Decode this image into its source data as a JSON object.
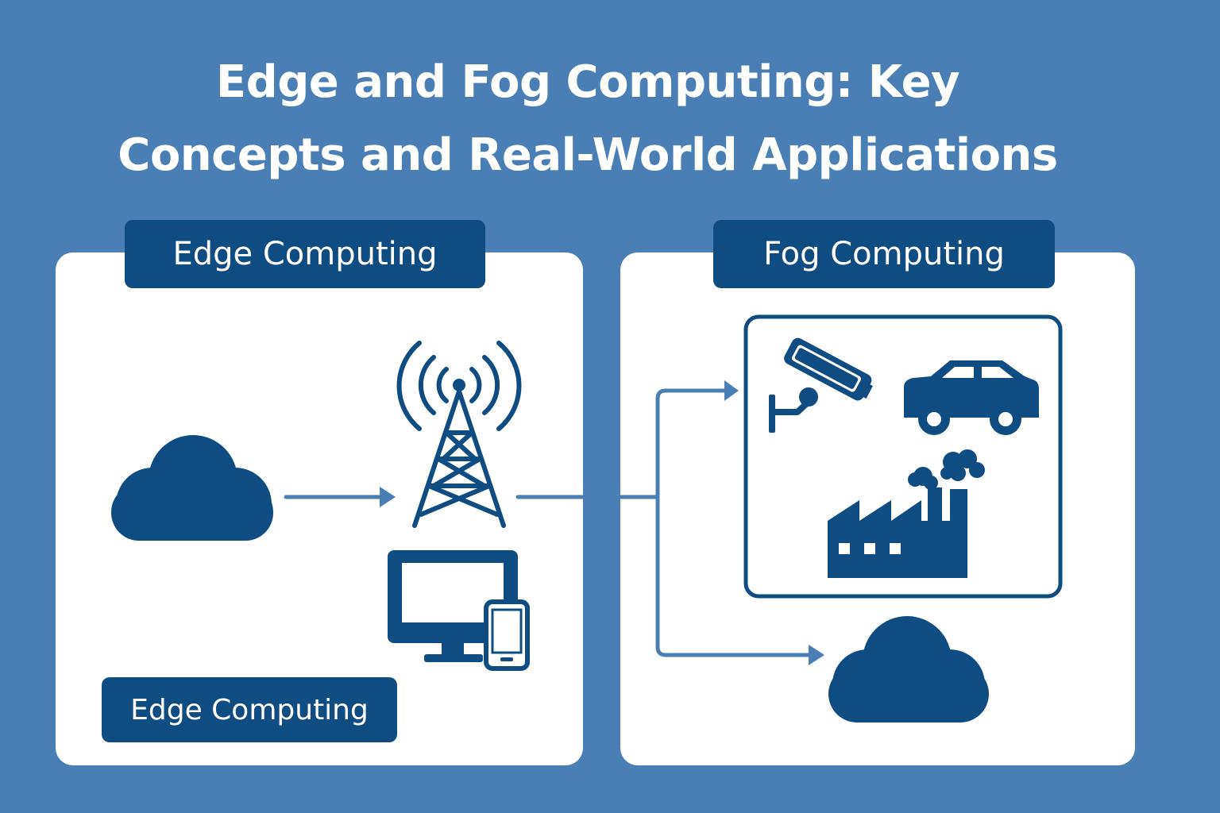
{
  "title": {
    "line1": "Edge and Fog Computing: Key",
    "line2": "Concepts and Real-World Applications"
  },
  "edge_section": {
    "label": "Edge Computing",
    "footer_label": "Edge Computing"
  },
  "fog_section": {
    "label": "Fog Computing"
  },
  "icons": [
    "cloud-icon",
    "arrow-right-icon",
    "cell-tower-icon",
    "desktop-monitor-icon",
    "smartphone-icon",
    "security-camera-icon",
    "car-icon",
    "factory-icon",
    "cloud-icon"
  ],
  "colors": {
    "background": "#4a7fb5",
    "panel": "#ffffff",
    "accent_dark": "#0f4c81",
    "connector": "#4a7fb5"
  }
}
